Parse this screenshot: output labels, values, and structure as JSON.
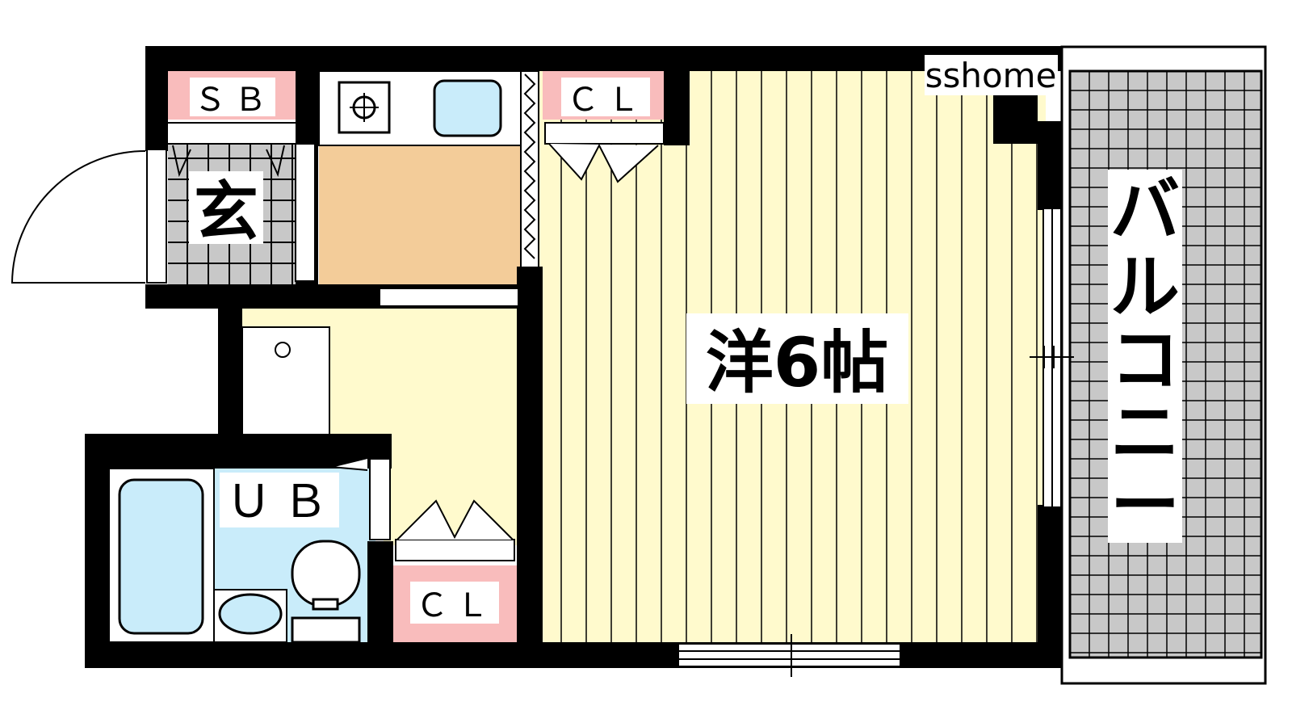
{
  "labels": {
    "brand": "sshome",
    "shoe_box": "ＳＢ",
    "entrance": "玄",
    "closet_top": "ＣＬ",
    "unit_bath": "ＵＢ",
    "closet_bottom": "ＣＬ",
    "western_room": "洋6帖",
    "balcony": [
      "バ",
      "ル",
      "コ",
      "ニ",
      "ー"
    ]
  },
  "colors": {
    "wall": "#000000",
    "floor_room": "#fffacd",
    "floor_kitchen": "#f3cc99",
    "closet_fill": "#f9bcbc",
    "water_fill": "#c9ecfa",
    "tile_gray": "#c8c8c8",
    "grain_line": "#000000"
  }
}
